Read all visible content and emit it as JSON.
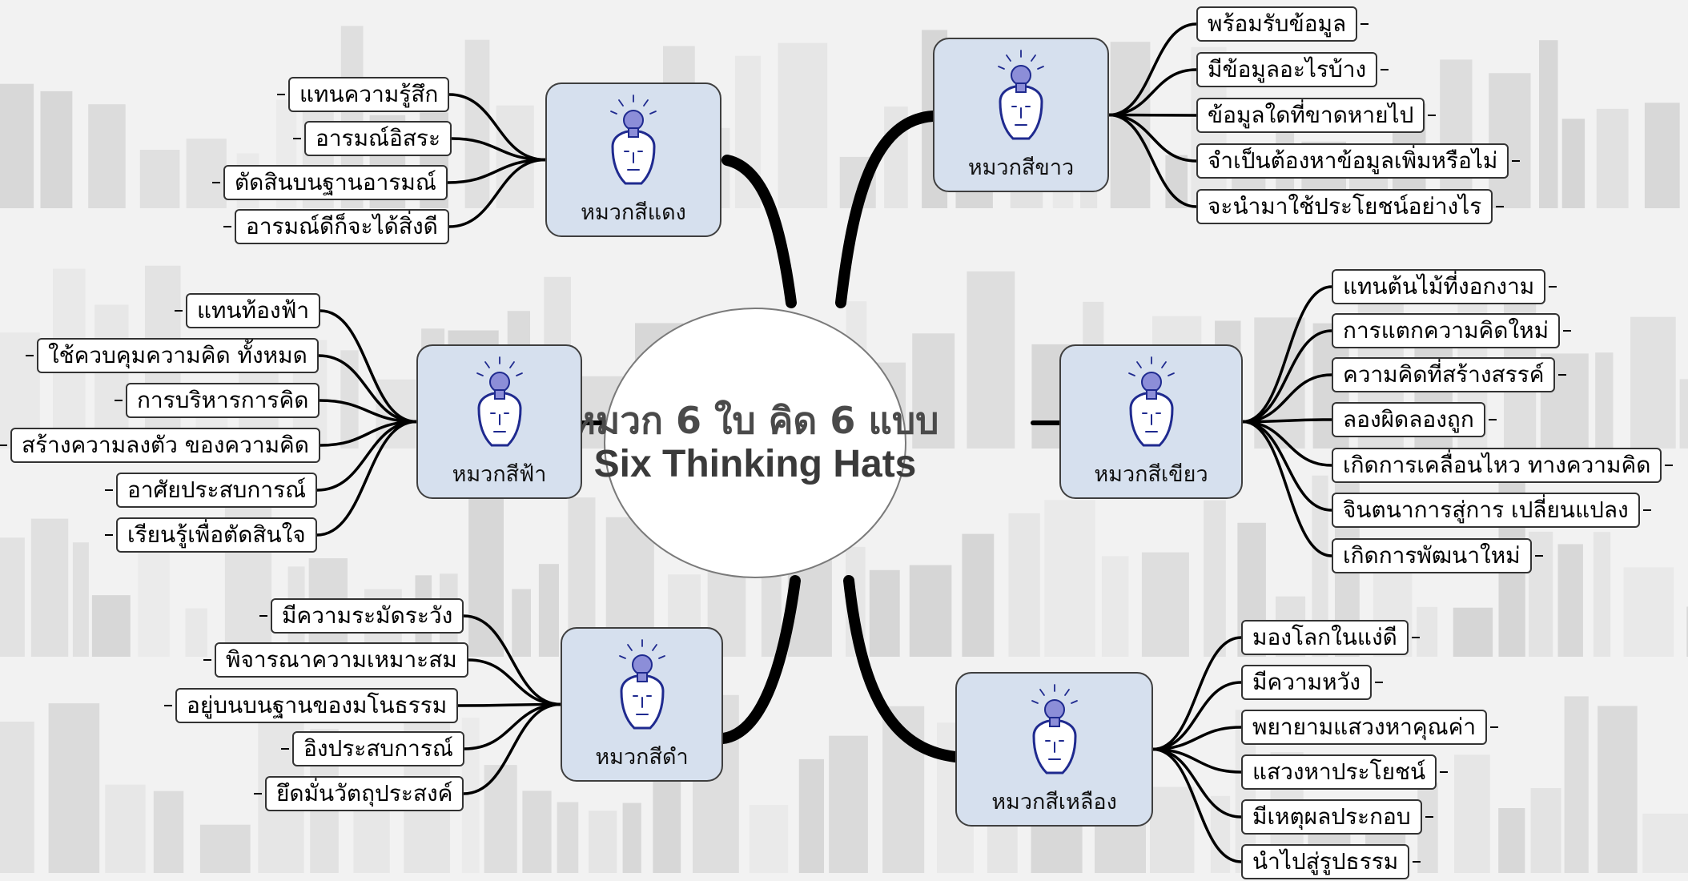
{
  "center": {
    "line1": "หมวก 6 ใบ คิด 6 แบบ",
    "line2": "Six Thinking Hats"
  },
  "colors": {
    "background": "#f1f1f1",
    "hat_box": "#d6e0ee",
    "head_stroke": "#1f2a8f",
    "bulb": "#8c8ed8",
    "line": "#000000"
  },
  "hats": [
    {
      "id": "red",
      "label": "หมวกสีแดง",
      "icon": "head-bulb-icon",
      "leaves": [
        "แทนความรู้สึก",
        "อารมณ์อิสระ",
        "ตัดสินบนฐานอารมณ์",
        "อารมณ์ดีก็จะได้สิ่งดี"
      ]
    },
    {
      "id": "white",
      "label": "หมวกสีขาว",
      "icon": "head-bulb-icon",
      "leaves": [
        "พร้อมรับข้อมูล",
        "มีข้อมูลอะไรบ้าง",
        "ข้อมูลใดที่ขาดหายไป",
        "จำเป็นต้องหาข้อมูลเพิ่มหรือไม่",
        "จะนำมาใช้ประโยชน์อย่างไร"
      ]
    },
    {
      "id": "blue",
      "label": "หมวกสีฟ้า",
      "icon": "head-bulb-icon",
      "leaves": [
        "แทนท้องฟ้า",
        "ใช้ควบคุมความคิด ทั้งหมด",
        "การบริหารการคิด",
        "สร้างความลงตัว ของความคิด",
        "อาศัยประสบการณ์",
        "เรียนรู้เพื่อตัดสินใจ"
      ]
    },
    {
      "id": "green",
      "label": "หมวกสีเขียว",
      "icon": "head-bulb-icon",
      "leaves": [
        "แทนต้นไม้ที่งอกงาม",
        "การแตกความคิดใหม่",
        "ความคิดที่สร้างสรรค์",
        "ลองผิดลองถูก",
        "เกิดการเคลื่อนไหว ทางความคิด",
        "จินตนาการสู่การ เปลี่ยนแปลง",
        "เกิดการพัฒนาใหม่"
      ]
    },
    {
      "id": "black",
      "label": "หมวกสีดำ",
      "icon": "head-bulb-icon",
      "leaves": [
        "มีความระมัดระวัง",
        "พิจารณาความเหมาะสม",
        "อยู่บนบนฐานของมโนธรรม",
        "อิงประสบการณ์",
        "ยึดมั่นวัตถุประสงค์"
      ]
    },
    {
      "id": "yellow",
      "label": "หมวกสีเหลือง",
      "icon": "head-bulb-icon",
      "leaves": [
        "มองโลกในแง่ดี",
        "มีความหวัง",
        "พยายามแสวงหาคุณค่า",
        "แสวงหาประโยชน์",
        "มีเหตุผลประกอบ",
        "นำไปสู่รูปธรรม"
      ]
    }
  ]
}
